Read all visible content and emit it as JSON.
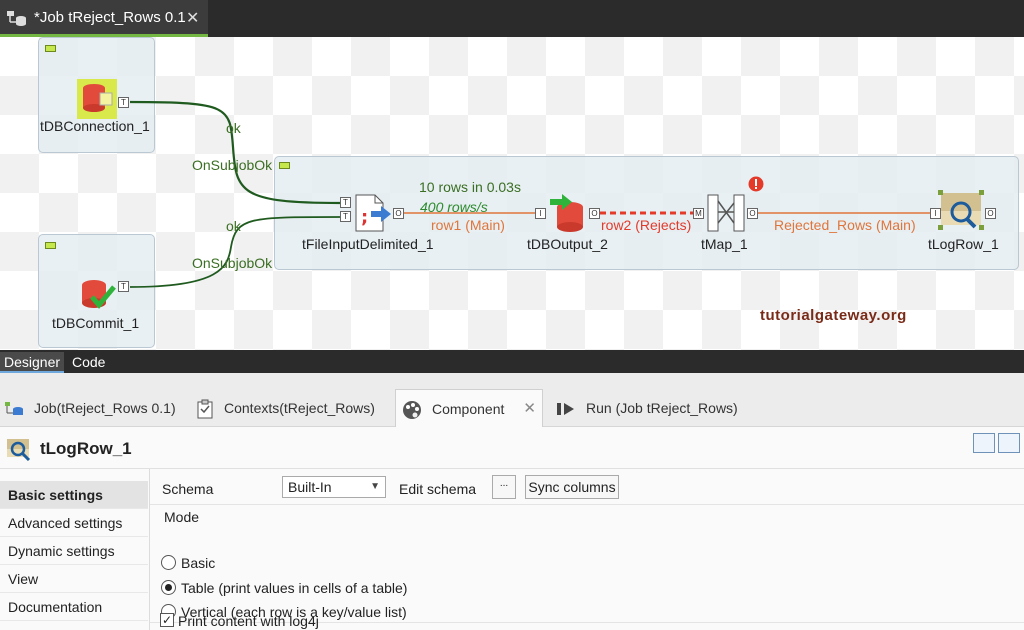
{
  "editor": {
    "tab_title": "*Job tReject_Rows 0.1"
  },
  "canvas": {
    "nodes": {
      "dbconnection": "tDBConnection_1",
      "dbcommit": "tDBCommit_1",
      "fileinput": "tFileInputDelimited_1",
      "dboutput": "tDBOutput_2",
      "tmap": "tMap_1",
      "logrow": "tLogRow_1"
    },
    "connections": {
      "ok_top": "ok",
      "onsubjob_top": "OnSubjobOk",
      "ok_bottom": "ok",
      "onsubjob_bottom": "OnSubjobOk",
      "stats_rows": "10 rows in 0.03s",
      "stats_rate": "400 rows/s",
      "row1": "row1 (Main)",
      "row2": "row2 (Rejects)",
      "rejected": "Rejected_Rows (Main)"
    },
    "ports": {
      "trigger": "T",
      "output": "O",
      "input": "I",
      "main": "M"
    },
    "watermark": "tutorialgateway.org"
  },
  "designer_tabs": {
    "designer": "Designer",
    "code": "Code"
  },
  "view_tabs": {
    "job": "Job(tReject_Rows 0.1)",
    "contexts": "Contexts(tReject_Rows)",
    "component": "Component",
    "run": "Run (Job tReject_Rows)"
  },
  "component": {
    "title": "tLogRow_1",
    "nav": [
      "Basic settings",
      "Advanced settings",
      "Dynamic settings",
      "View",
      "Documentation"
    ],
    "schema_label": "Schema",
    "schema_value": "Built-In",
    "edit_schema_label": "Edit schema",
    "ellipsis": "...",
    "sync_columns": "Sync columns",
    "mode_label": "Mode",
    "mode_basic": "Basic",
    "mode_table": "Table (print values in cells of a table)",
    "mode_vertical": "Vertical (each row is a key/value list)",
    "log4j_label": "Print content with log4j"
  },
  "colors": {
    "accent_green": "#74b843",
    "ok_link": "#3a6e22",
    "reject_link": "#e33a2a",
    "main_link": "#e0753b"
  }
}
